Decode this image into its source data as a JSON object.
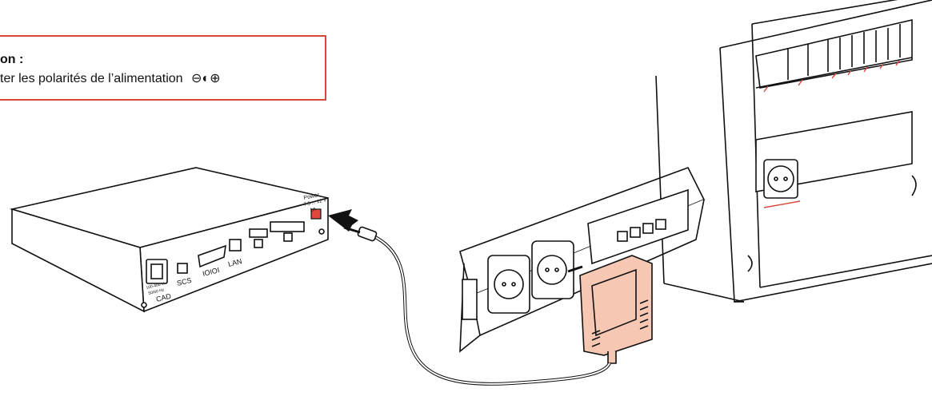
{
  "note": {
    "title": "on :",
    "text": "ter les polarités de l’alimentation",
    "polarity_symbol": "⊖◐⊕"
  },
  "device": {
    "power_label": "Power",
    "power_rating": "7.5 ... 12 V",
    "power_current": "1A",
    "ac_rating_1": "100-400 V~",
    "ac_rating_2": "50/60 Hz",
    "label_cad": "CAD",
    "label_scs": "SCS",
    "label_serial": "IOIOI",
    "label_lan": "LAN"
  },
  "colors": {
    "note_border": "#d9473b",
    "power_port": "#e0473b",
    "adapter_fill": "#f6c8b4",
    "accent_red": "#d9473b"
  }
}
